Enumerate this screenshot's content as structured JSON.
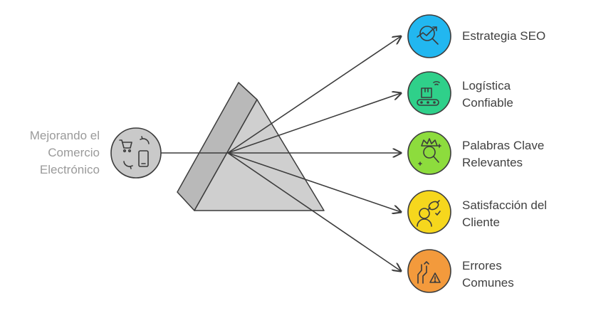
{
  "input": {
    "label_lines": [
      "Mejorando el",
      "Comercio",
      "Electrónico"
    ],
    "icon": "shopping-cart-mobile-icon",
    "color": "#c9c9c9"
  },
  "outputs": [
    {
      "lines": [
        "Estrategia SEO"
      ],
      "icon": "search-growth-icon",
      "color": "#22b7f0"
    },
    {
      "lines": [
        "Logística",
        "Confiable"
      ],
      "icon": "conveyor-box-icon",
      "color": "#2fd08a"
    },
    {
      "lines": [
        "Palabras Clave",
        "Relevantes"
      ],
      "icon": "crown-search-icon",
      "color": "#8ddc3d"
    },
    {
      "lines": [
        "Satisfacción del",
        "Cliente"
      ],
      "icon": "satisfied-customer-icon",
      "color": "#f6d71d"
    },
    {
      "lines": [
        "Errores",
        "Comunes"
      ],
      "icon": "warning-path-icon",
      "color": "#f39a3c"
    }
  ],
  "colors": {
    "prism_front": "#cfcfcf",
    "prism_side": "#b9b9b9",
    "stroke": "#3c3c3c"
  }
}
